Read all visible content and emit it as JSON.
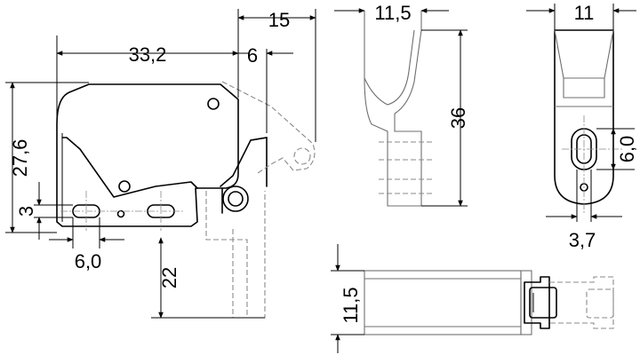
{
  "dimensions": {
    "front_width": "33,2",
    "arm_offset": "6",
    "arm_reach": "15",
    "front_height": "27,6",
    "slot_height": "3",
    "slot_spacing": "6,0",
    "mount_drop": "22",
    "side_width": "11,5",
    "side_height": "36",
    "end_width": "11",
    "end_slot_height": "6,0",
    "end_hole_width": "3,7",
    "top_height": "11,5"
  }
}
